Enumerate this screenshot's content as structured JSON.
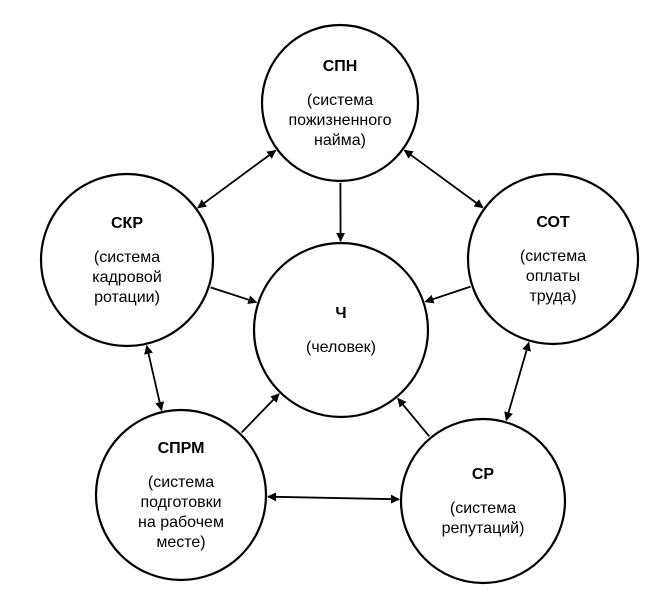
{
  "diagram": {
    "nodes": [
      {
        "id": "spn",
        "title": "СПН",
        "description": [
          "(система",
          "пожизненного",
          "найма)"
        ]
      },
      {
        "id": "skr",
        "title": "СКР",
        "description": [
          "(система",
          "кадровой",
          "ротации)"
        ]
      },
      {
        "id": "sot",
        "title": "СОТ",
        "description": [
          "(система",
          "оплаты",
          "труда)"
        ]
      },
      {
        "id": "ch",
        "title": "Ч",
        "description": [
          "(человек)"
        ]
      },
      {
        "id": "sprm",
        "title": "СПРМ",
        "description": [
          "(система",
          "подготовки",
          "на рабочем",
          "месте)"
        ]
      },
      {
        "id": "sr",
        "title": "СР",
        "description": [
          "(система",
          "репутаций)"
        ]
      }
    ],
    "edges": [
      {
        "from": "spn",
        "to": "ch",
        "direction": "forward"
      },
      {
        "from": "skr",
        "to": "ch",
        "direction": "forward"
      },
      {
        "from": "sot",
        "to": "ch",
        "direction": "forward"
      },
      {
        "from": "sprm",
        "to": "ch",
        "direction": "forward"
      },
      {
        "from": "sr",
        "to": "ch",
        "direction": "forward"
      },
      {
        "from": "spn",
        "to": "skr",
        "direction": "both"
      },
      {
        "from": "spn",
        "to": "sot",
        "direction": "both"
      },
      {
        "from": "skr",
        "to": "sprm",
        "direction": "both"
      },
      {
        "from": "sot",
        "to": "sr",
        "direction": "both"
      },
      {
        "from": "sprm",
        "to": "sr",
        "direction": "both"
      }
    ]
  }
}
